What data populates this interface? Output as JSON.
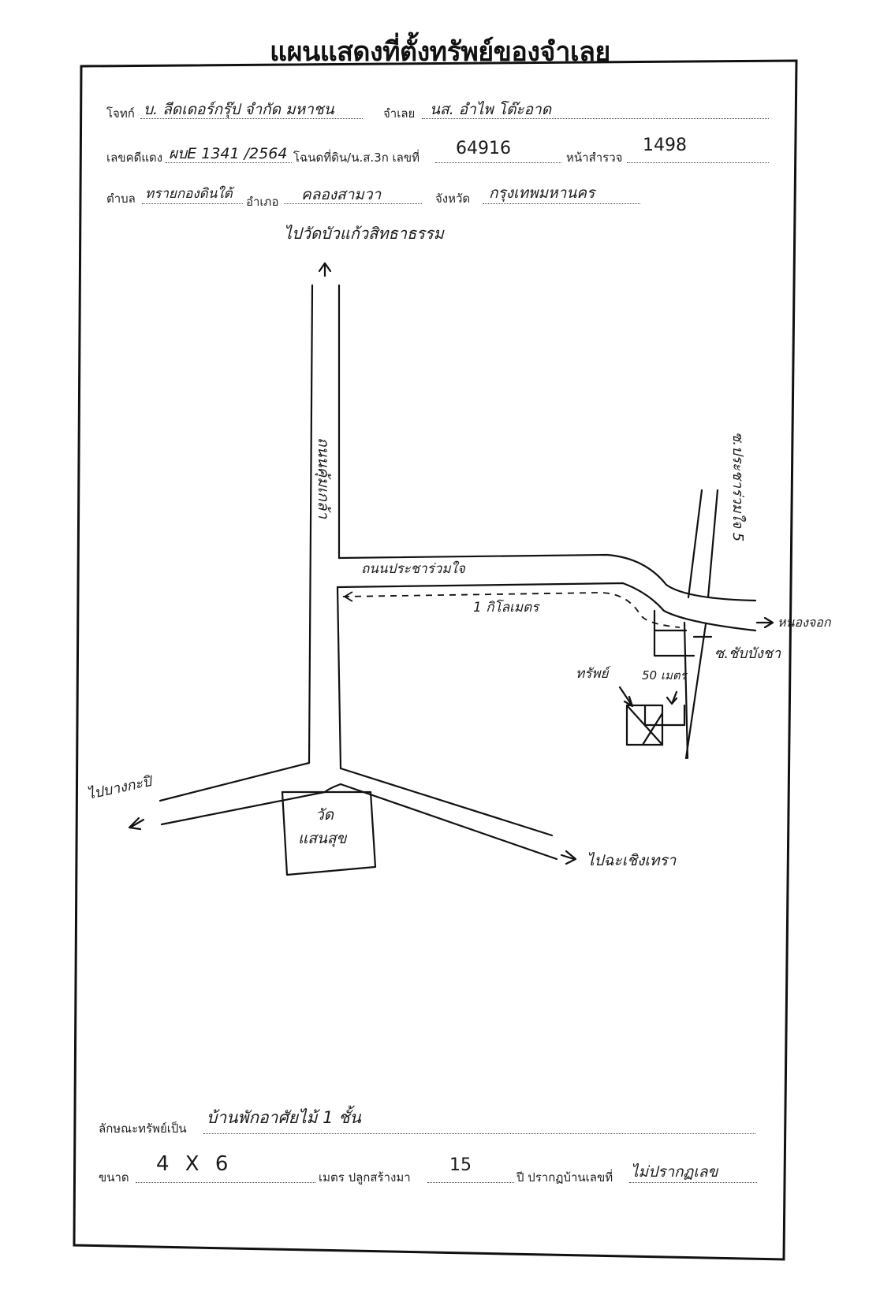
{
  "title": "แผนแสดงที่ตั้งทรัพย์ของจำเลย",
  "header": {
    "plaintiff_label": "โจทก์",
    "plaintiff_value": "บ. ลีดเดอร์กรุ๊ป จำกัด มหาชน",
    "defendant_label": "จำเลย",
    "defendant_value": "นส. อำไพ โต๊ะอาด",
    "case_label": "เลขคดีแดง",
    "case_value": "ผบE 1341 /2564",
    "deed_label": "โฉนดที่ดิน/น.ส.3ก เลขที่",
    "deed_value": "64916",
    "survey_label": "หน้าสำรวจ",
    "survey_value": "1498",
    "subdistrict_label": "ตำบล",
    "subdistrict_value": "ทรายกองดินใต้",
    "district_label": "อำเภอ",
    "district_value": "คลองสามวา",
    "province_label": "จังหวัด",
    "province_value": "กรุงเทพมหานคร"
  },
  "map": {
    "north_road": "ไปวัดบัวแก้วสิทธาธรรม",
    "vertical_road": "ถนนคุ้มเกล้า",
    "east_road": "ถนนประชาร่วมใจ",
    "distance_label": "1 กิโลเมตร",
    "east_direction": "หนองจอก",
    "right_road": "ซ.ประชาร่วมใจ 5",
    "soi_label": "ซ.ชับบังชา",
    "property_label": "ทรัพย์",
    "meters_label": "50 เมตร",
    "west_road": "ไปบางกะปิ",
    "temple_line1": "วัด",
    "temple_line2": "แสนสุข",
    "south_road": "ไปฉะเชิงเทรา"
  },
  "footer": {
    "type_label": "ลักษณะทรัพย์เป็น",
    "type_value": "บ้านพักอาศัยไม้ 1 ชั้น",
    "size_label": "ขนาด",
    "size_value": "4 X 6",
    "meters_label": "เมตร ปลูกสร้างมา",
    "years_value": "15",
    "years_label": "ปี ปรากฏบ้านเลขที่",
    "house_no_value": "ไม่ปรากฏเลข"
  }
}
